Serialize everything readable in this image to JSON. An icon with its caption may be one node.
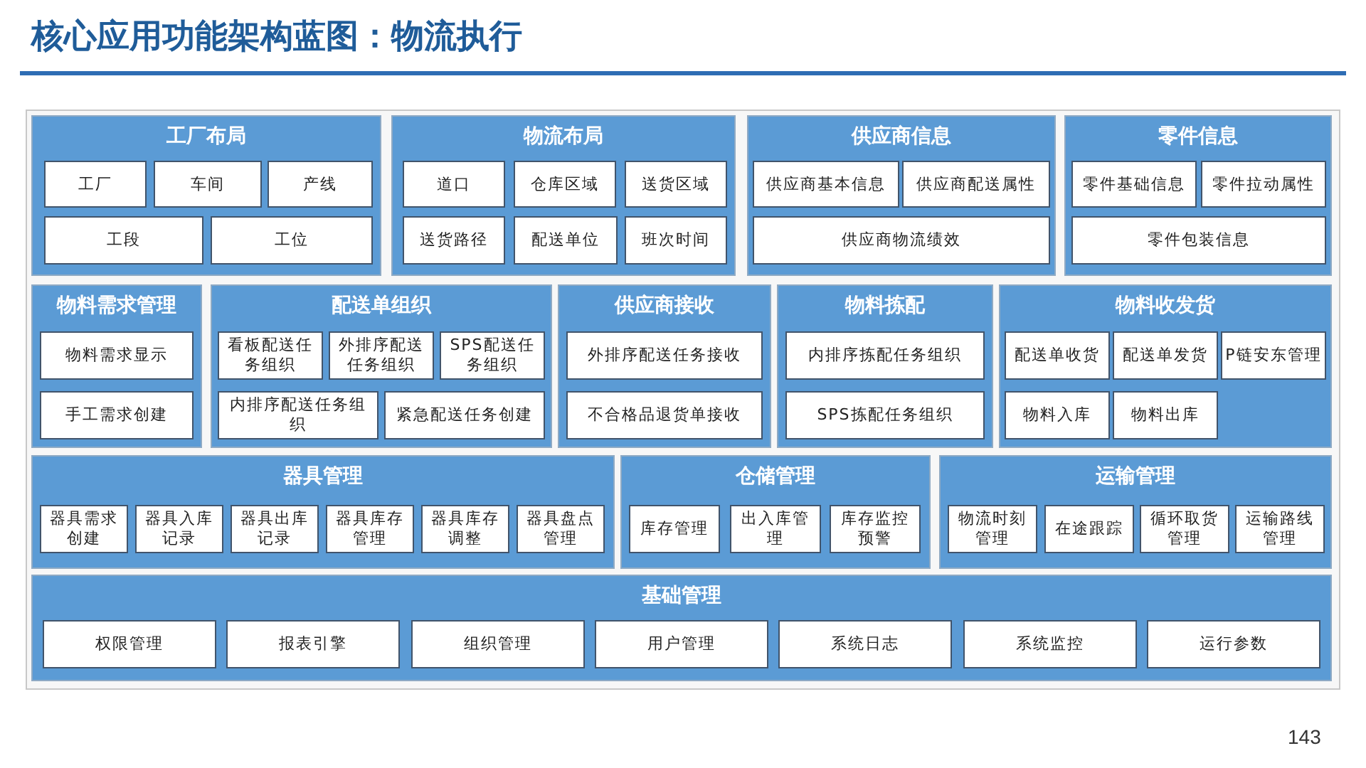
{
  "diagram": {
    "title": "核心应用功能架构蓝图：物流执行",
    "nodes": [
      {
        "text": [
          "工厂布局"
        ]
      },
      {
        "text": [
          "工厂"
        ],
        "in": 0
      },
      {
        "text": [
          "车间"
        ],
        "in": 0
      },
      {
        "text": [
          "产线"
        ],
        "in": 0
      },
      {
        "text": [
          "工段"
        ],
        "in": 0
      },
      {
        "text": [
          "工位"
        ],
        "in": 0
      },
      {
        "text": [
          "物流布局"
        ]
      },
      {
        "text": [
          "道口"
        ],
        "in": 6
      },
      {
        "text": [
          "仓库区域"
        ],
        "in": 6
      },
      {
        "text": [
          "送货区域"
        ],
        "in": 6
      },
      {
        "text": [
          "送货路径"
        ],
        "in": 6
      },
      {
        "text": [
          "配送单位"
        ],
        "in": 6
      },
      {
        "text": [
          "班次时间"
        ],
        "in": 6
      },
      {
        "text": [
          "供应商信息"
        ]
      },
      {
        "text": [
          "供应商基本信息"
        ],
        "in": 13
      },
      {
        "text": [
          "供应商配送属性"
        ],
        "in": 13
      },
      {
        "text": [
          "供应商物流绩效"
        ],
        "in": 13
      },
      {
        "text": [
          "零件信息"
        ]
      },
      {
        "text": [
          "零件基础信息"
        ],
        "in": 17
      },
      {
        "text": [
          "零件拉动属性"
        ],
        "in": 17
      },
      {
        "text": [
          "零件包装信息"
        ],
        "in": 17
      },
      {
        "text": [
          "物料需求管理"
        ]
      },
      {
        "text": [
          "物料需求显示"
        ],
        "in": 21
      },
      {
        "text": [
          "手工需求创建"
        ],
        "in": 21
      },
      {
        "text": [
          "配送单组织"
        ]
      },
      {
        "text": [
          "看板配送任务组织"
        ],
        "in": 24
      },
      {
        "text": [
          "外排序配送任务组织"
        ],
        "in": 24
      },
      {
        "text": [
          "SPS配送任务组织"
        ],
        "in": 24
      },
      {
        "text": [
          "内排序配送任务组织"
        ],
        "in": 24
      },
      {
        "text": [
          "紧急配送任务创建"
        ],
        "in": 24
      },
      {
        "text": [
          "供应商接收"
        ]
      },
      {
        "text": [
          "外排序配送任务接收"
        ],
        "in": 30
      },
      {
        "text": [
          "不合格品退货单接收"
        ],
        "in": 30
      },
      {
        "text": [
          "物料拣配"
        ]
      },
      {
        "text": [
          "内排序拣配任务组织"
        ],
        "in": 33
      },
      {
        "text": [
          "SPS拣配任务组织"
        ],
        "in": 33
      },
      {
        "text": [
          "物料收发货"
        ]
      },
      {
        "text": [
          "配送单收货"
        ],
        "in": 36
      },
      {
        "text": [
          "配送单发货"
        ],
        "in": 36
      },
      {
        "text": [
          "P链安东管理"
        ],
        "in": 36
      },
      {
        "text": [
          "物料入库"
        ],
        "in": 36
      },
      {
        "text": [
          "物料出库"
        ],
        "in": 36
      },
      {
        "text": [
          "器具管理"
        ]
      },
      {
        "text": [
          "器具需求创建"
        ],
        "in": 42
      },
      {
        "text": [
          "器具入库记录"
        ],
        "in": 42
      },
      {
        "text": [
          "器具出库记录"
        ],
        "in": 42
      },
      {
        "text": [
          "器具库存管理"
        ],
        "in": 42
      },
      {
        "text": [
          "器具库存调整"
        ],
        "in": 42
      },
      {
        "text": [
          "器具盘点管理"
        ],
        "in": 42
      },
      {
        "text": [
          "仓储管理"
        ]
      },
      {
        "text": [
          "库存管理"
        ],
        "in": 49
      },
      {
        "text": [
          "出入库管理"
        ],
        "in": 49
      },
      {
        "text": [
          "库存监控预警"
        ],
        "in": 49
      },
      {
        "text": [
          "运输管理"
        ]
      },
      {
        "text": [
          "物流时刻管理"
        ],
        "in": 53
      },
      {
        "text": [
          "在途跟踪"
        ],
        "in": 53
      },
      {
        "text": [
          "循环取货管理"
        ],
        "in": 53
      },
      {
        "text": [
          "运输路线管理"
        ],
        "in": 53
      },
      {
        "text": [
          "基础管理"
        ]
      },
      {
        "text": [
          "权限管理"
        ],
        "in": 58
      },
      {
        "text": [
          "报表引擎"
        ],
        "in": 58
      },
      {
        "text": [
          "组织管理"
        ],
        "in": 58
      },
      {
        "text": [
          "用户管理"
        ],
        "in": 58
      },
      {
        "text": [
          "系统日志"
        ],
        "in": 58
      },
      {
        "text": [
          "系统监控"
        ],
        "in": 58
      },
      {
        "text": [
          "运行参数"
        ],
        "in": 58
      }
    ],
    "edges": [],
    "labels": [
      "143"
    ]
  }
}
